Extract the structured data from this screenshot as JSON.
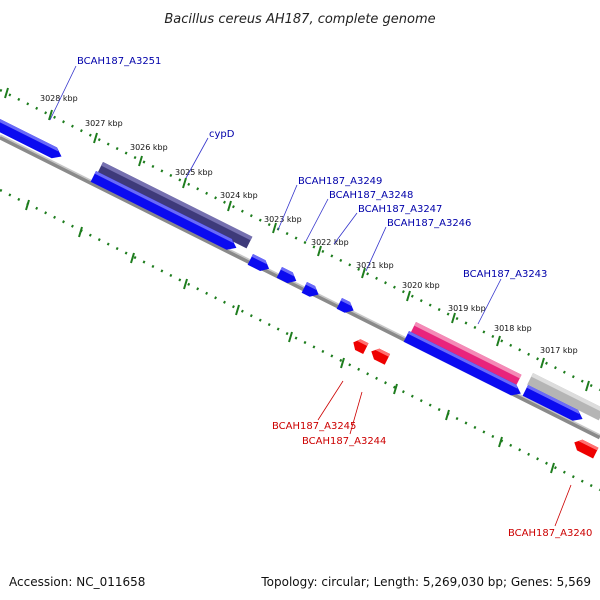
{
  "title": "Bacillus cereus AH187, complete genome",
  "footer": {
    "accession": "Accession: NC_011658",
    "summary": "Topology: circular; Length: 5,269,030 bp; Genes: 5,569"
  },
  "colors": {
    "backbone": "#8a8a8a",
    "tick": "#1e7d1e",
    "forward_gene": "#0b0bf0",
    "reverse_gene": "#ee0000",
    "gene_label_forward": "#0000aa",
    "gene_label_reverse": "#cc0000",
    "hit_purple": "#3e3a7a",
    "hit_pink": "#e8247c",
    "hit_gray": "#b5b5b5"
  },
  "ticks": [
    "3028 kbp",
    "3027 kbp",
    "3026 kbp",
    "3025 kbp",
    "3024 kbp",
    "3023 kbp",
    "3022 kbp",
    "3021 kbp",
    "3020 kbp",
    "3019 kbp",
    "3018 kbp",
    "3017 kbp"
  ],
  "genes": {
    "forward": [
      "BCAH187_A3251",
      "cypD",
      "BCAH187_A3249",
      "BCAH187_A3248",
      "BCAH187_A3247",
      "BCAH187_A3246",
      "BCAH187_A3243"
    ],
    "reverse": [
      "BCAH187_A3245",
      "BCAH187_A3244",
      "BCAH187_A3240"
    ]
  }
}
